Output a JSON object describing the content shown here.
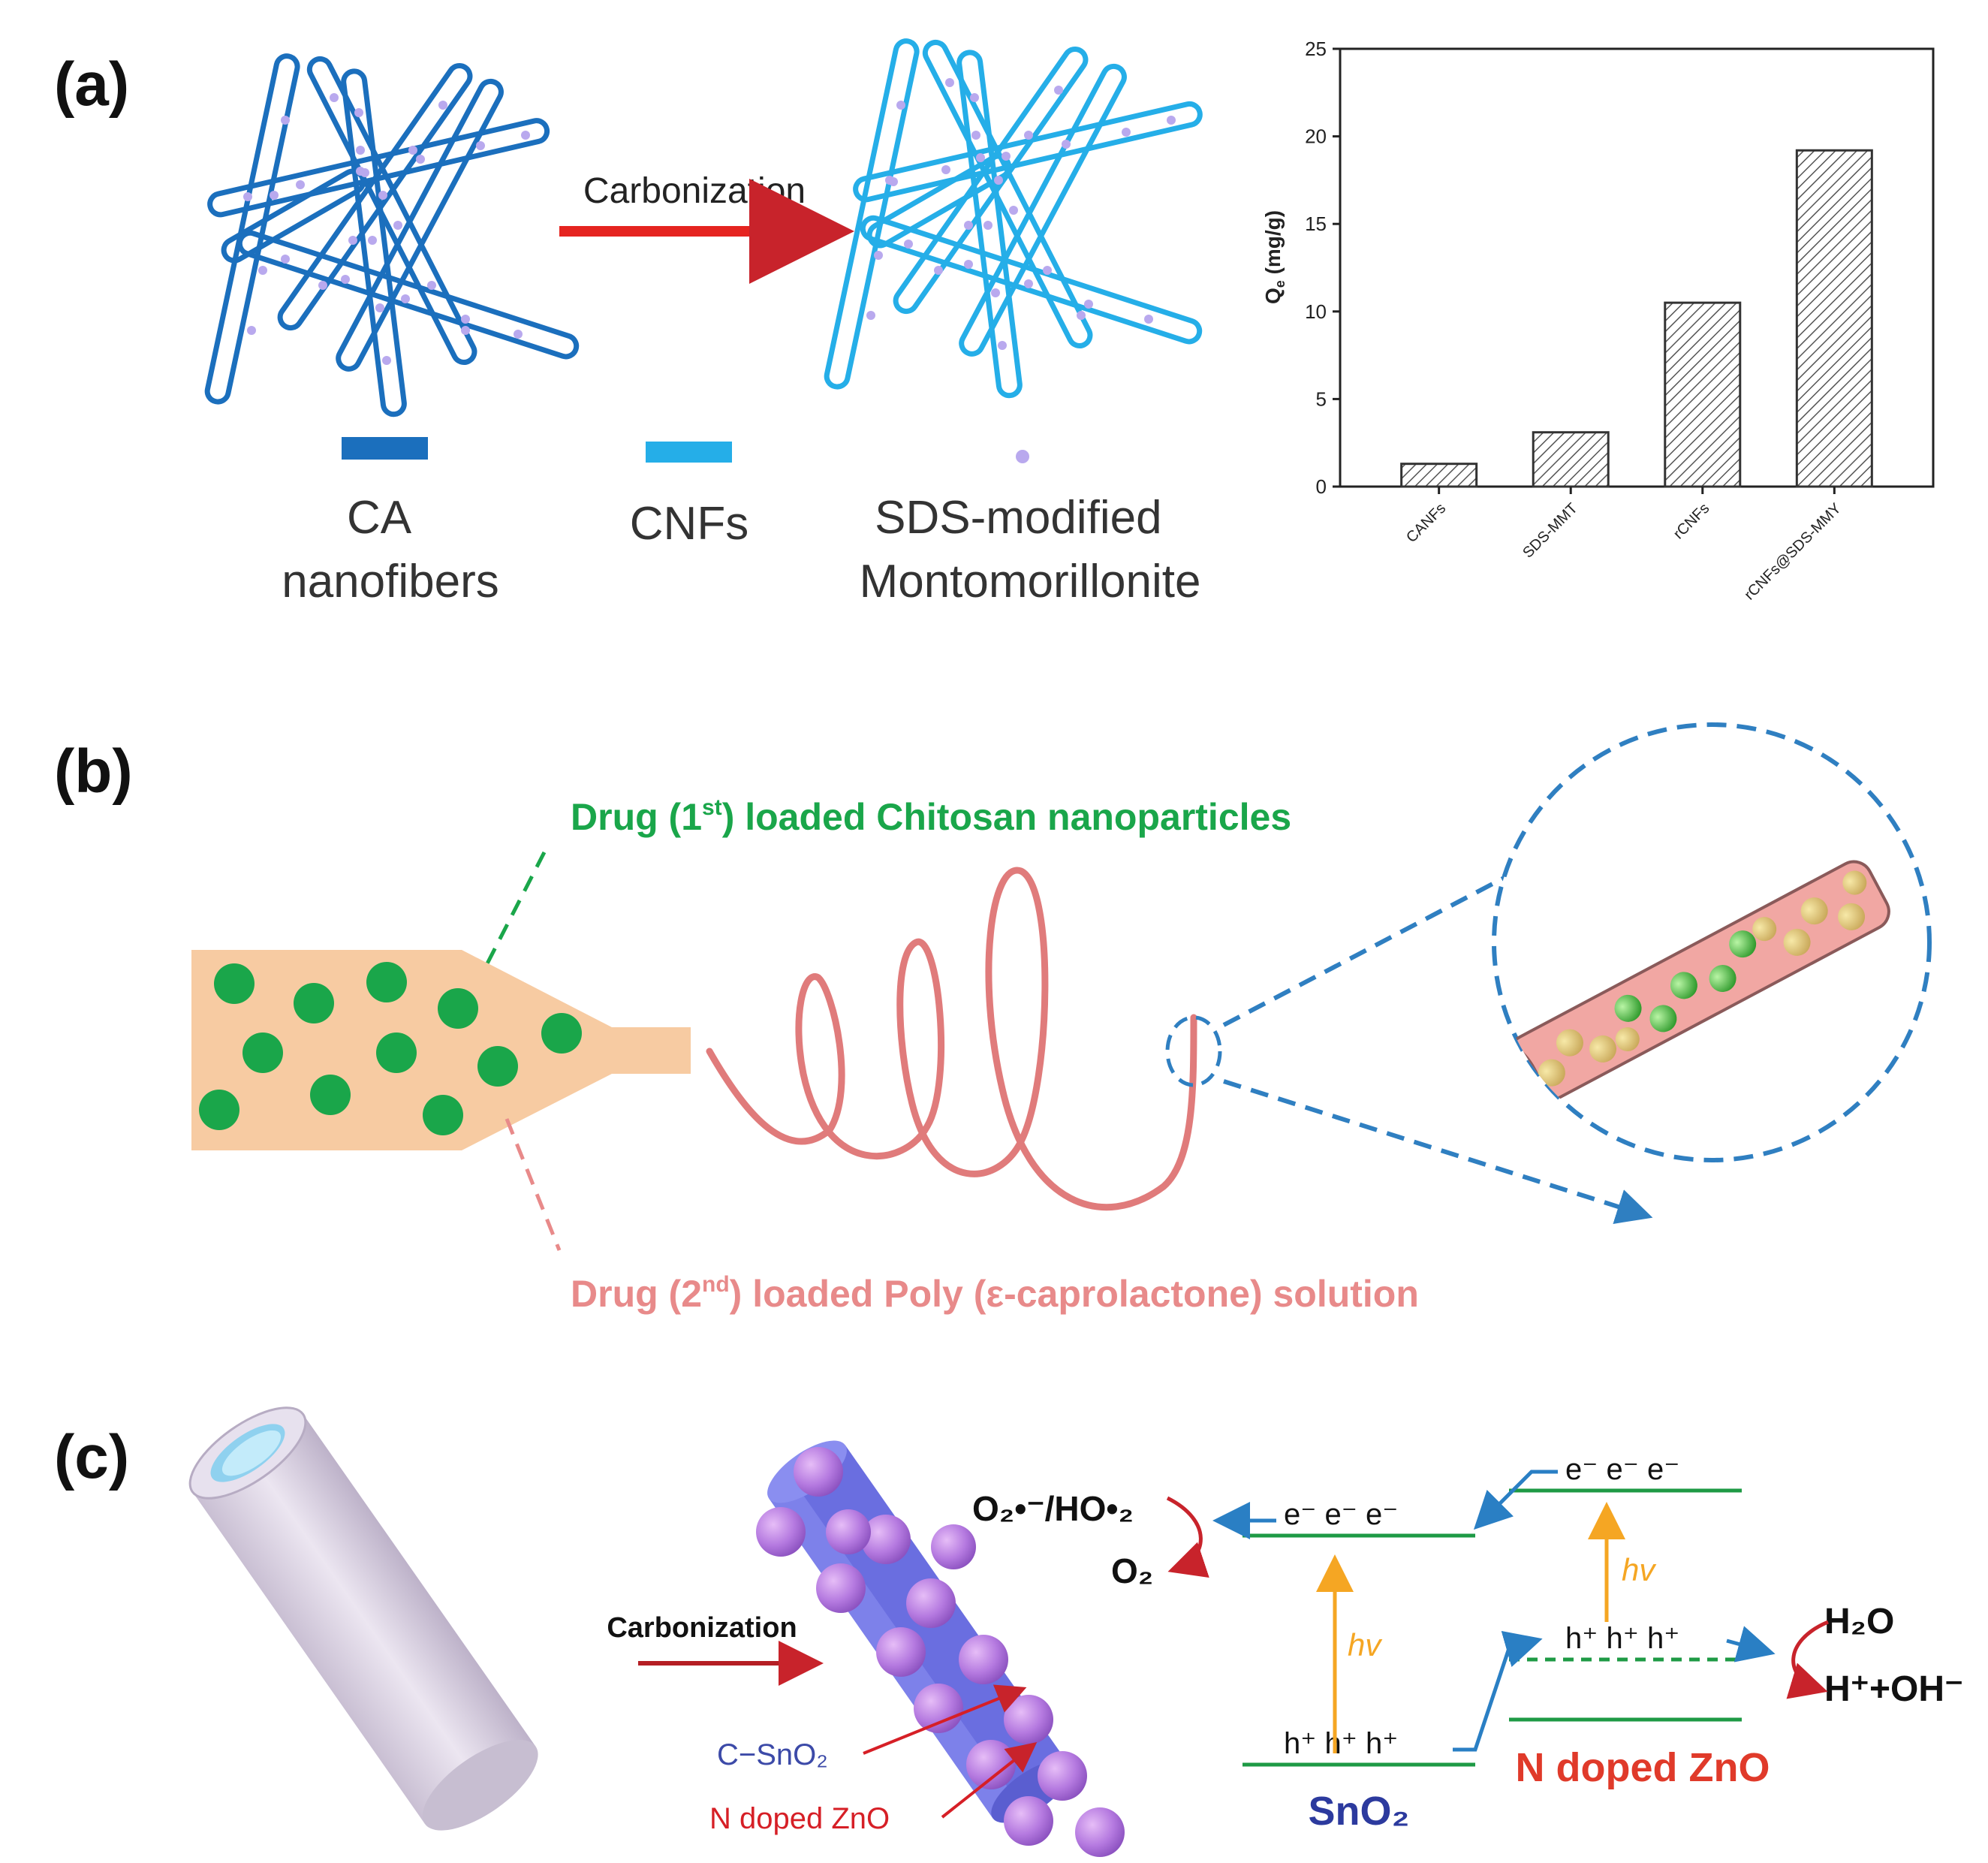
{
  "panels": {
    "a": {
      "label": "(a)",
      "process_label": "Carbonization",
      "legend": [
        {
          "lines": [
            "CA",
            "nanofibers"
          ],
          "color": "#1b6fbd"
        },
        {
          "lines": [
            "CNFs"
          ],
          "color": "#25aee8"
        },
        {
          "lines": [
            "SDS-modified",
            "Montomorillonite"
          ],
          "color": "#a899e3"
        }
      ]
    },
    "b": {
      "label": "(b)",
      "top_label": {
        "pre": "Drug (1",
        "sup": "st",
        "post": ") loaded Chitosan nanoparticles"
      },
      "bottom_label": {
        "pre": "Drug (2",
        "sup": "nd",
        "post": ") loaded Poly (ε-caprolactone) solution"
      },
      "colors": {
        "particle": "#1aa64a",
        "solution": "#f7cba2",
        "fiber": "#e07b7b",
        "zoom": "#2f7fc1"
      }
    },
    "c": {
      "label": "(c)",
      "process_label": "Carbonization",
      "callouts": {
        "csno2": "C−SnO₂",
        "nzno": "N doped ZnO"
      },
      "energy": {
        "electrons": "e⁻  e⁻  e⁻",
        "holes": "h⁺  h⁺  h⁺",
        "hv": "hv",
        "superoxide": "O₂•⁻/HO•₂",
        "oxygen": "O₂",
        "water": "H₂O",
        "products": "H⁺+OH⁻",
        "sno2_label": "SnO₂",
        "zno_label": "N doped ZnO"
      }
    }
  },
  "chart_data": {
    "type": "bar",
    "categories": [
      "CANFs",
      "SDS-MMT",
      "rCNFs",
      "rCNFs@SDS-MMY"
    ],
    "values": [
      1.3,
      3.1,
      10.5,
      19.2
    ],
    "title": "",
    "xlabel": "",
    "ylabel": "Qe (mg/g)",
    "ylim": [
      0,
      25
    ],
    "yticks": [
      0,
      5,
      10,
      15,
      20,
      25
    ],
    "grid": false,
    "bar_fill": "hatched"
  }
}
